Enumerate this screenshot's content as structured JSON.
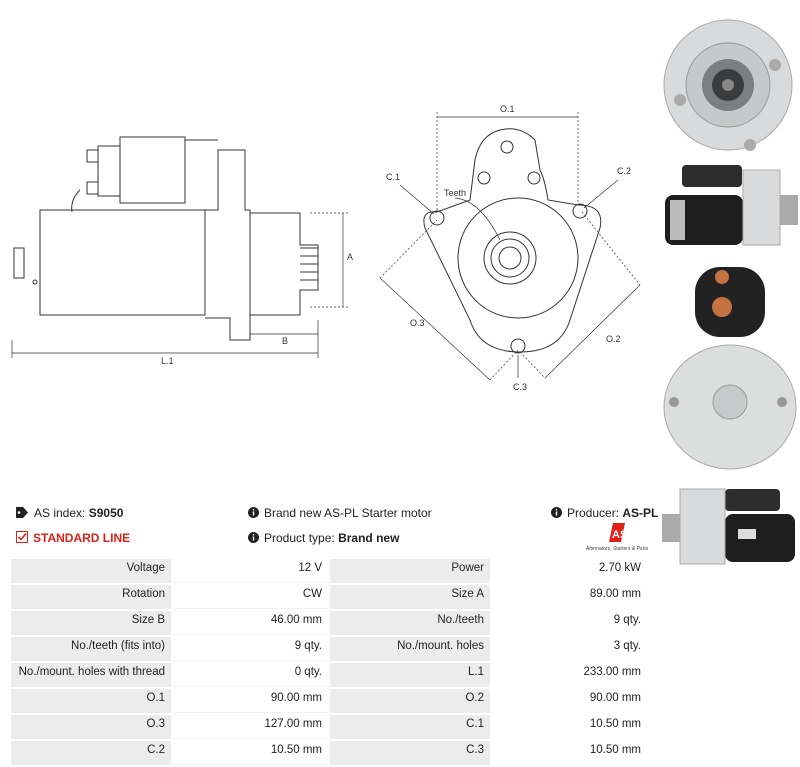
{
  "header": {
    "as_index_label": "AS index:",
    "as_index_value": "S9050",
    "line_label": "STANDARD LINE",
    "description": "Brand new AS-PL Starter motor",
    "product_type_label": "Product type:",
    "product_type_value": "Brand new",
    "producer_label": "Producer:",
    "producer_value": "AS-PL"
  },
  "logo": {
    "mark": "AS",
    "tagline": "Alternators, Starters & Parts",
    "color": "#e0201b"
  },
  "drawing": {
    "dims": {
      "a": "A",
      "b": "B",
      "l1": "L.1",
      "o1": "O.1",
      "o2": "O.2",
      "o3": "O.3",
      "c1": "C.1",
      "c2": "C.2",
      "c3": "C.3",
      "teeth": "Teeth"
    }
  },
  "specs": [
    [
      "Voltage",
      "12 V",
      "Power",
      "2.70 kW"
    ],
    [
      "Rotation",
      "CW",
      "Size A",
      "89.00 mm"
    ],
    [
      "Size B",
      "46.00 mm",
      "No./teeth",
      "9 qty."
    ],
    [
      "No./teeth (fits into)",
      "9 qty.",
      "No./mount. holes",
      "3 qty."
    ],
    [
      "No./mount. holes with thread",
      "0 qty.",
      "L.1",
      "233.00 mm"
    ],
    [
      "O.1",
      "90.00 mm",
      "O.2",
      "90.00 mm"
    ],
    [
      "O.3",
      "127.00 mm",
      "C.1",
      "10.50 mm"
    ],
    [
      "C.2",
      "10.50 mm",
      "C.3",
      "10.50 mm"
    ]
  ]
}
